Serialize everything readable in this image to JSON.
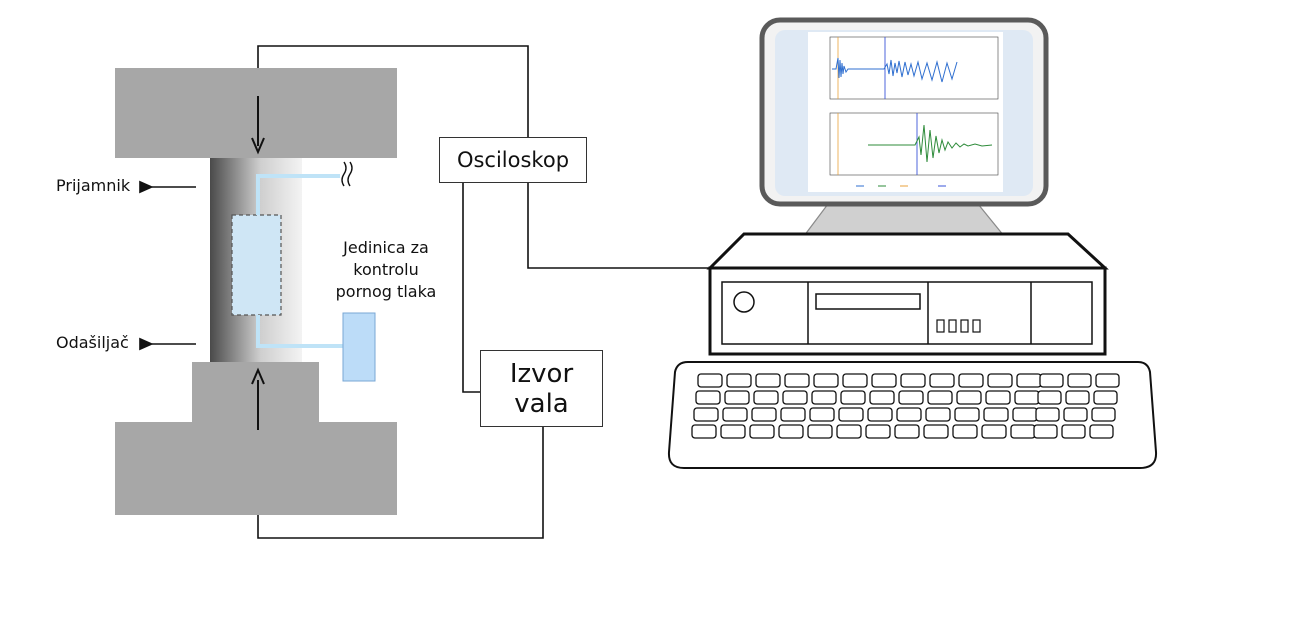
{
  "labels": {
    "receiver": "Prijamnik",
    "transmitter": "Odašiljač",
    "pressure_unit": [
      "Jedinica za",
      "kontrolu",
      "pornog tlaka"
    ],
    "oscilloscope": "Osciloskop",
    "wave_source": [
      "Izvor",
      "vala"
    ]
  },
  "colors": {
    "platen": "#a7a7a7",
    "line": "#111111",
    "fluid_line": "#bfe3f7",
    "pressure_box": "#bcdcf8",
    "sample": "#cfe6f5",
    "wave_blue": "#2f6fd0",
    "wave_green": "#2e8b3a",
    "monitor_frame": "#5a5a5a",
    "screen": "#dfe9f4"
  },
  "icons": [
    "down-arrow-icon",
    "up-arrow-icon",
    "left-arrow-icon",
    "squiggle-break-icon",
    "monitor-icon",
    "computer-case-icon",
    "keyboard-icon",
    "waveform-icon"
  ]
}
